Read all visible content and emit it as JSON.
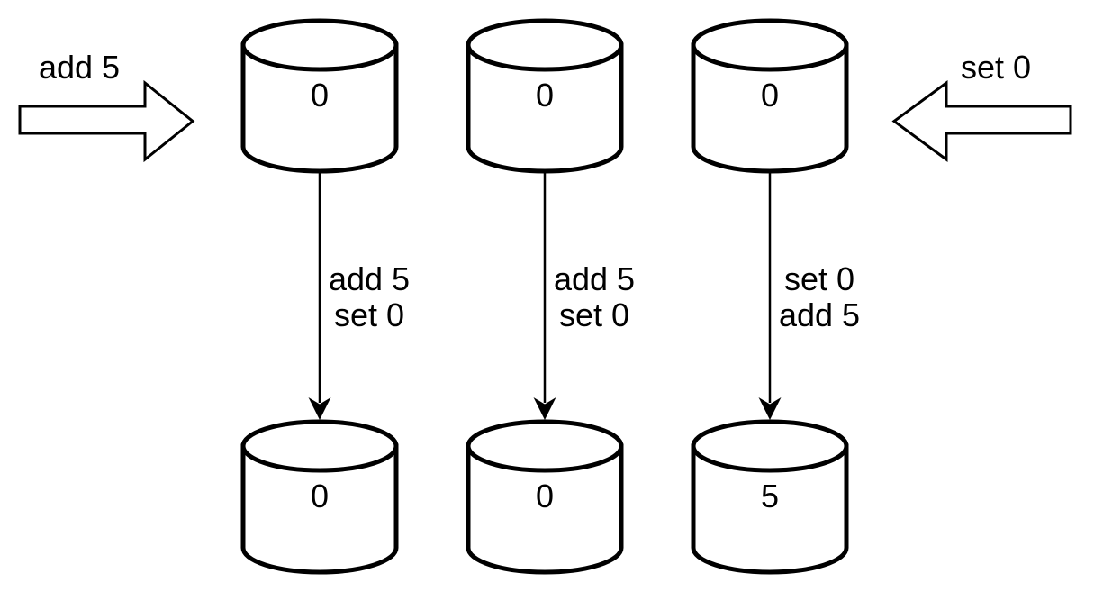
{
  "colors": {
    "background": "#ffffff",
    "stroke": "#000000"
  },
  "diagram": {
    "type": "replicated-state-transition",
    "external_inputs": {
      "left_arrow": {
        "label": "add 5",
        "direction": "right"
      },
      "right_arrow": {
        "label": "set 0",
        "direction": "left"
      }
    },
    "columns": [
      {
        "top_value": "0",
        "operations": [
          "add 5",
          "set 0"
        ],
        "bottom_value": "0"
      },
      {
        "top_value": "0",
        "operations": [
          "add 5",
          "set 0"
        ],
        "bottom_value": "0"
      },
      {
        "top_value": "0",
        "operations": [
          "set 0",
          "add 5"
        ],
        "bottom_value": "5"
      }
    ]
  }
}
